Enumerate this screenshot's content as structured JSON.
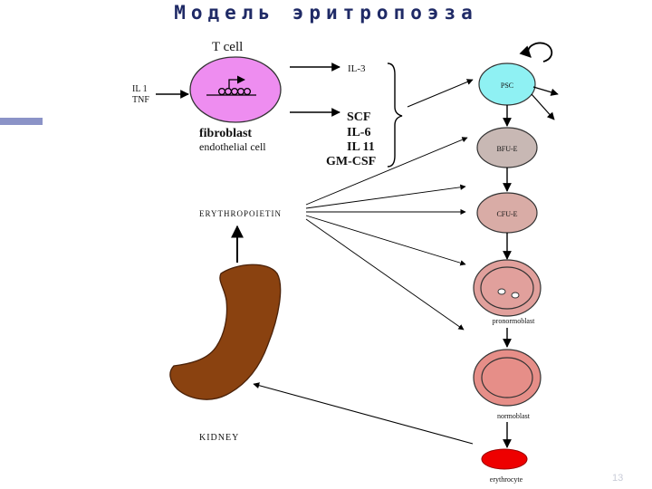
{
  "title": "Модель эритропоэза",
  "left_panel": {
    "t_cell": "T   cell",
    "il1": "IL 1",
    "tnf": "TNF",
    "fibroblast": "fibroblast",
    "endothelial": "endothelial cell",
    "erythropoietin": "ERYTHROPOIETIN",
    "kidney": "KIDNEY"
  },
  "factors": {
    "il3": "IL-3",
    "scf": "SCF",
    "il6": "IL-6",
    "il11": "IL  11",
    "gmcsf": "GM-CSF"
  },
  "lineage": {
    "psc": "PSC",
    "bfue": "BFU-E",
    "cfue": "CFU-E",
    "pronormoblast": "pronormoblast",
    "normoblast": "normoblast",
    "erythrocyte": "erythrocyte"
  },
  "colors": {
    "title": "#1f2a66",
    "accent_bar": "#8b93c7",
    "fibroblast_cell": "#ee8df0",
    "psc": "#8ff1f3",
    "bfue": "#c8b8b4",
    "cfue": "#d9aca6",
    "pronormoblast": "#e1a09c",
    "normoblast": "#e68e88",
    "erythrocyte": "#ee0000",
    "kidney": "#8a4210"
  },
  "corner_mark": "13"
}
